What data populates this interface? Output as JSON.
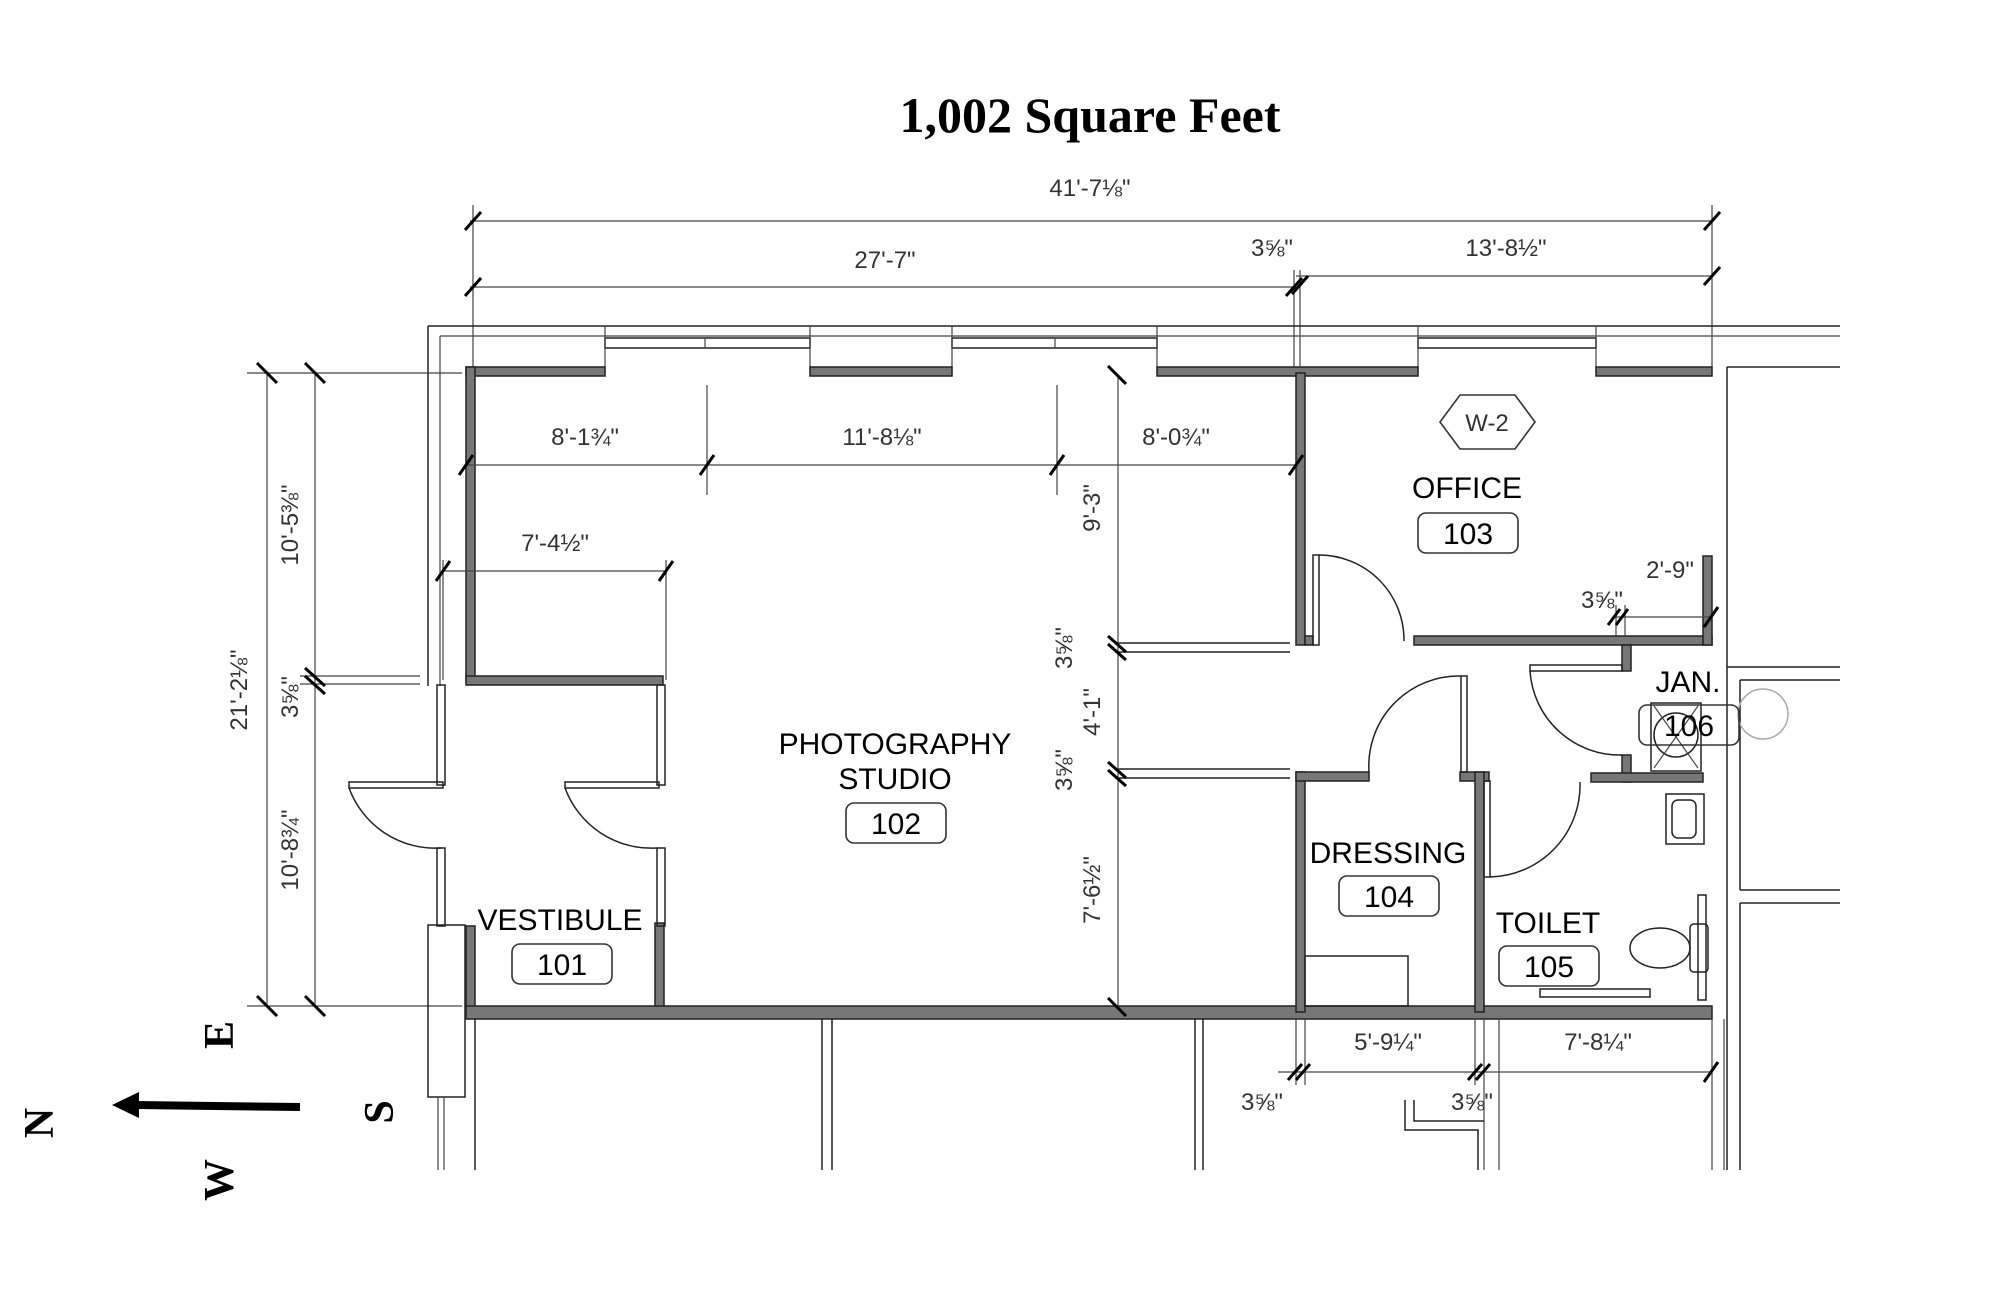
{
  "title": "1,002 Square Feet",
  "rooms": [
    {
      "name": "VESTIBULE",
      "number": "101"
    },
    {
      "name_lines": [
        "PHOTOGRAPHY",
        "STUDIO"
      ],
      "number": "102"
    },
    {
      "name": "OFFICE",
      "number": "103"
    },
    {
      "name": "DRESSING",
      "number": "104"
    },
    {
      "name": "TOILET",
      "number": "105"
    },
    {
      "name": "JAN.",
      "number": "106"
    }
  ],
  "window_tag": "W-2",
  "dimensions": {
    "overall_width": "41'-7⅛\"",
    "studio_width": "27'-7\"",
    "wall_thickness_top": "3⅝\"",
    "office_width": "13'-8½\"",
    "seg_1": "8'-1¾\"",
    "seg_2": "11'-8⅛\"",
    "seg_3": "8'-0¾\"",
    "vestibule_width": "7'-4½\"",
    "office_closet": "2'-9\"",
    "office_wall": "3⅝\"",
    "overall_depth": "21'-2⅛\"",
    "upper_depth": "10'-5⅜\"",
    "mid_wall": "3⅝\"",
    "lower_depth": "10'-8¾\"",
    "right_upper": "9'-3\"",
    "right_wall_1": "3⅝\"",
    "right_mid": "4'-1\"",
    "right_wall_2": "3⅝\"",
    "right_lower": "7'-6½\"",
    "dressing_width": "5'-9¼\"",
    "toilet_width": "7'-8¼\"",
    "bottom_wall_1": "3⅝\"",
    "bottom_wall_2": "3⅝\""
  },
  "compass": {
    "north": "N",
    "south": "S",
    "east": "E",
    "west": "W",
    "arrow_icon": "north-arrow-icon"
  }
}
